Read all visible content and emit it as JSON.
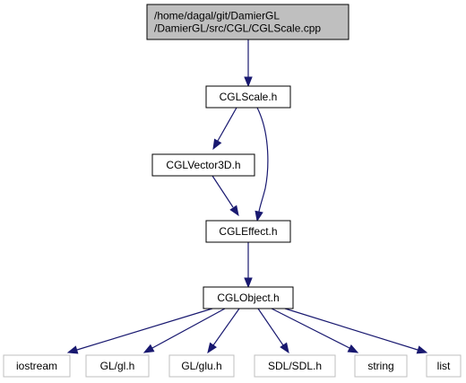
{
  "graph": {
    "colors": {
      "edge": "#191970",
      "root_fill": "#bfbfbf",
      "node_border": "#000000",
      "external_border": "#bfbfbf",
      "background": "#ffffff"
    },
    "nodes": [
      {
        "id": "root",
        "lines": [
          "/home/dagal/git/DamierGL",
          "/DamierGL/src/CGL/CGLScale.cpp"
        ],
        "kind": "root"
      },
      {
        "id": "cglscale",
        "lines": [
          "CGLScale.h"
        ],
        "kind": "normal"
      },
      {
        "id": "cglvector3d",
        "lines": [
          "CGLVector3D.h"
        ],
        "kind": "normal"
      },
      {
        "id": "cgleffect",
        "lines": [
          "CGLEffect.h"
        ],
        "kind": "normal"
      },
      {
        "id": "cglobject",
        "lines": [
          "CGLObject.h"
        ],
        "kind": "normal"
      },
      {
        "id": "iostream",
        "lines": [
          "iostream"
        ],
        "kind": "external"
      },
      {
        "id": "gl",
        "lines": [
          "GL/gl.h"
        ],
        "kind": "external"
      },
      {
        "id": "glu",
        "lines": [
          "GL/glu.h"
        ],
        "kind": "external"
      },
      {
        "id": "sdl",
        "lines": [
          "SDL/SDL.h"
        ],
        "kind": "external"
      },
      {
        "id": "string",
        "lines": [
          "string"
        ],
        "kind": "external"
      },
      {
        "id": "list",
        "lines": [
          "list"
        ],
        "kind": "external"
      }
    ],
    "edges": [
      {
        "from": "root",
        "to": "cglscale"
      },
      {
        "from": "cglscale",
        "to": "cglvector3d"
      },
      {
        "from": "cglscale",
        "to": "cgleffect"
      },
      {
        "from": "cglvector3d",
        "to": "cgleffect"
      },
      {
        "from": "cgleffect",
        "to": "cglobject"
      },
      {
        "from": "cglobject",
        "to": "iostream"
      },
      {
        "from": "cglobject",
        "to": "gl"
      },
      {
        "from": "cglobject",
        "to": "glu"
      },
      {
        "from": "cglobject",
        "to": "sdl"
      },
      {
        "from": "cglobject",
        "to": "string"
      },
      {
        "from": "cglobject",
        "to": "list"
      }
    ]
  }
}
